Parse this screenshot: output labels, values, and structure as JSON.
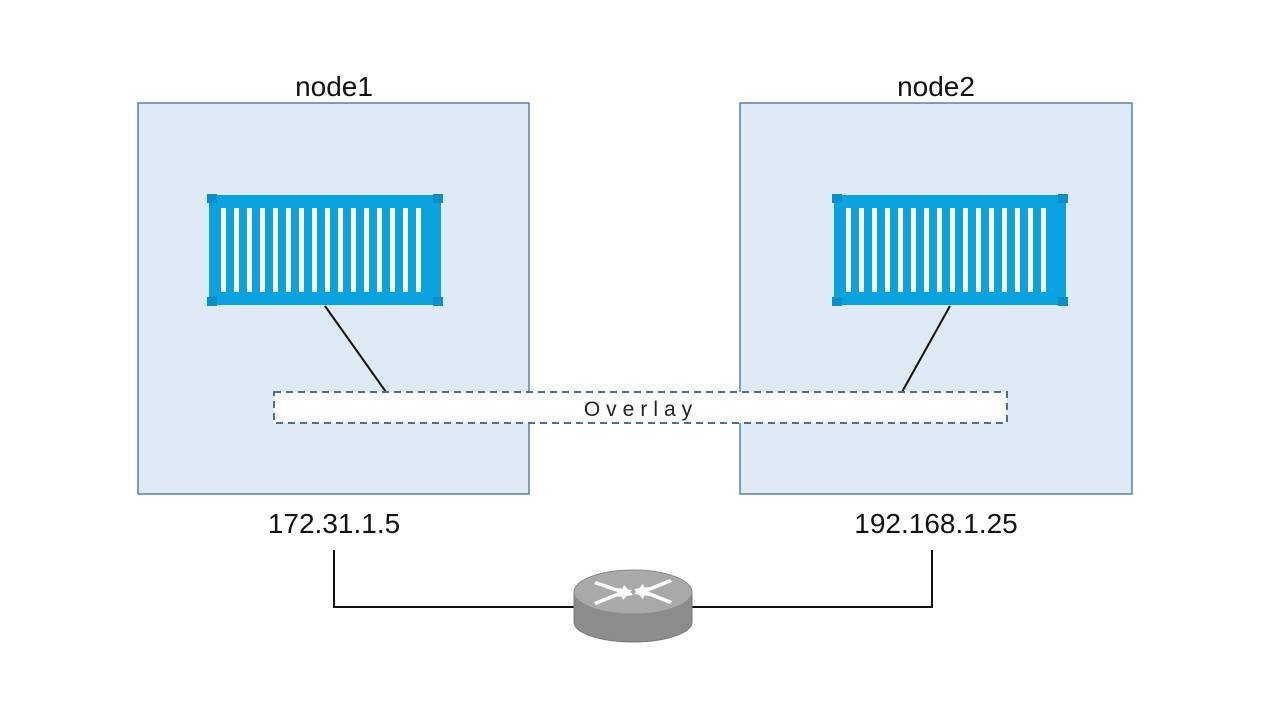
{
  "nodes": [
    {
      "name": "node1",
      "ip": "172.31.1.5",
      "icon": "shipping-container-icon"
    },
    {
      "name": "node2",
      "ip": "192.168.1.25",
      "icon": "shipping-container-icon"
    }
  ],
  "overlay": {
    "label": "Overlay"
  },
  "router": {
    "icon": "router-icon"
  },
  "colors": {
    "node_fill": "#deeaf6",
    "node_border": "#5a7fa6",
    "container": "#0ba2e0",
    "overlay_border": "#4a7099",
    "router_body": "#9a9a9a",
    "link": "#111111"
  }
}
